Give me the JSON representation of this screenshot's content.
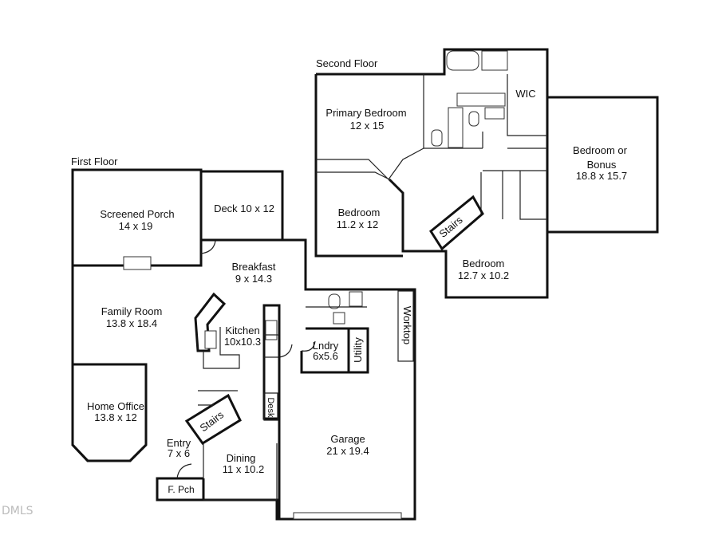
{
  "titles": {
    "first_floor": "First Floor",
    "second_floor": "Second Floor"
  },
  "watermark": "DMLS",
  "rooms": {
    "screened_porch": {
      "name": "Screened Porch",
      "dim": "14 x 19"
    },
    "deck": {
      "name": "Deck 10 x 12"
    },
    "breakfast": {
      "name": "Breakfast",
      "dim": "9 x 14.3"
    },
    "family_room": {
      "name": "Family Room",
      "dim": "13.8 x 18.4"
    },
    "kitchen": {
      "name": "Kitchen",
      "dim": "10x10.3"
    },
    "laundry": {
      "name": "Lndry",
      "dim": "6x5.6"
    },
    "utility": {
      "name": "Utility"
    },
    "workshop": {
      "name": "Worktop"
    },
    "home_office": {
      "name": "Home Office",
      "dim": "13.8 x 12"
    },
    "stairs_first": {
      "name": "Stairs"
    },
    "desk": {
      "name": "Desk"
    },
    "entry": {
      "name": "Entry",
      "dim": "7 x 6"
    },
    "dining": {
      "name": "Dining",
      "dim": "11 x 10.2"
    },
    "garage": {
      "name": "Garage",
      "dim": "21 x 19.4"
    },
    "front_porch": {
      "name": "F. Pch"
    },
    "primary_bedroom": {
      "name": "Primary Bedroom",
      "dim": "12 x 15"
    },
    "wic": {
      "name": "WIC"
    },
    "bedroom_bonus": {
      "name": "Bedroom or",
      "name2": "Bonus",
      "dim": "18.8 x 15.7"
    },
    "bedroom_2": {
      "name": "Bedroom",
      "dim": "11.2 x 12"
    },
    "stairs_second": {
      "name": "Stairs"
    },
    "bedroom_3": {
      "name": "Bedroom",
      "dim": "12.7 x 10.2"
    }
  }
}
